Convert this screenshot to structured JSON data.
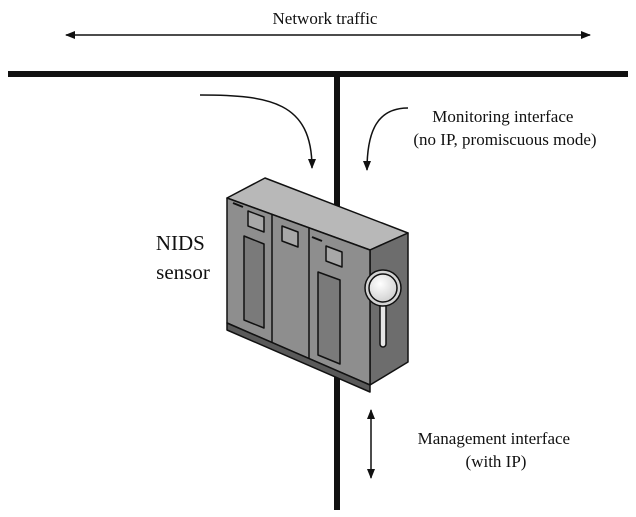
{
  "labels": {
    "network_traffic": "Network traffic",
    "monitoring_line1": "Monitoring interface",
    "monitoring_line2": "(no IP, promiscuous mode)",
    "sensor_line1": "NIDS",
    "sensor_line2": "sensor",
    "management_line1": "Management interface",
    "management_line2": "(with IP)"
  },
  "colors": {
    "line": "#111111",
    "device_front": "#8e8e8e",
    "device_top": "#b8b8b8",
    "device_side": "#6d6d6d",
    "panel": "#7a7a7a"
  },
  "icons": {
    "sensor": "server-cabinet-icon",
    "inspection": "magnifying-glass-icon"
  }
}
